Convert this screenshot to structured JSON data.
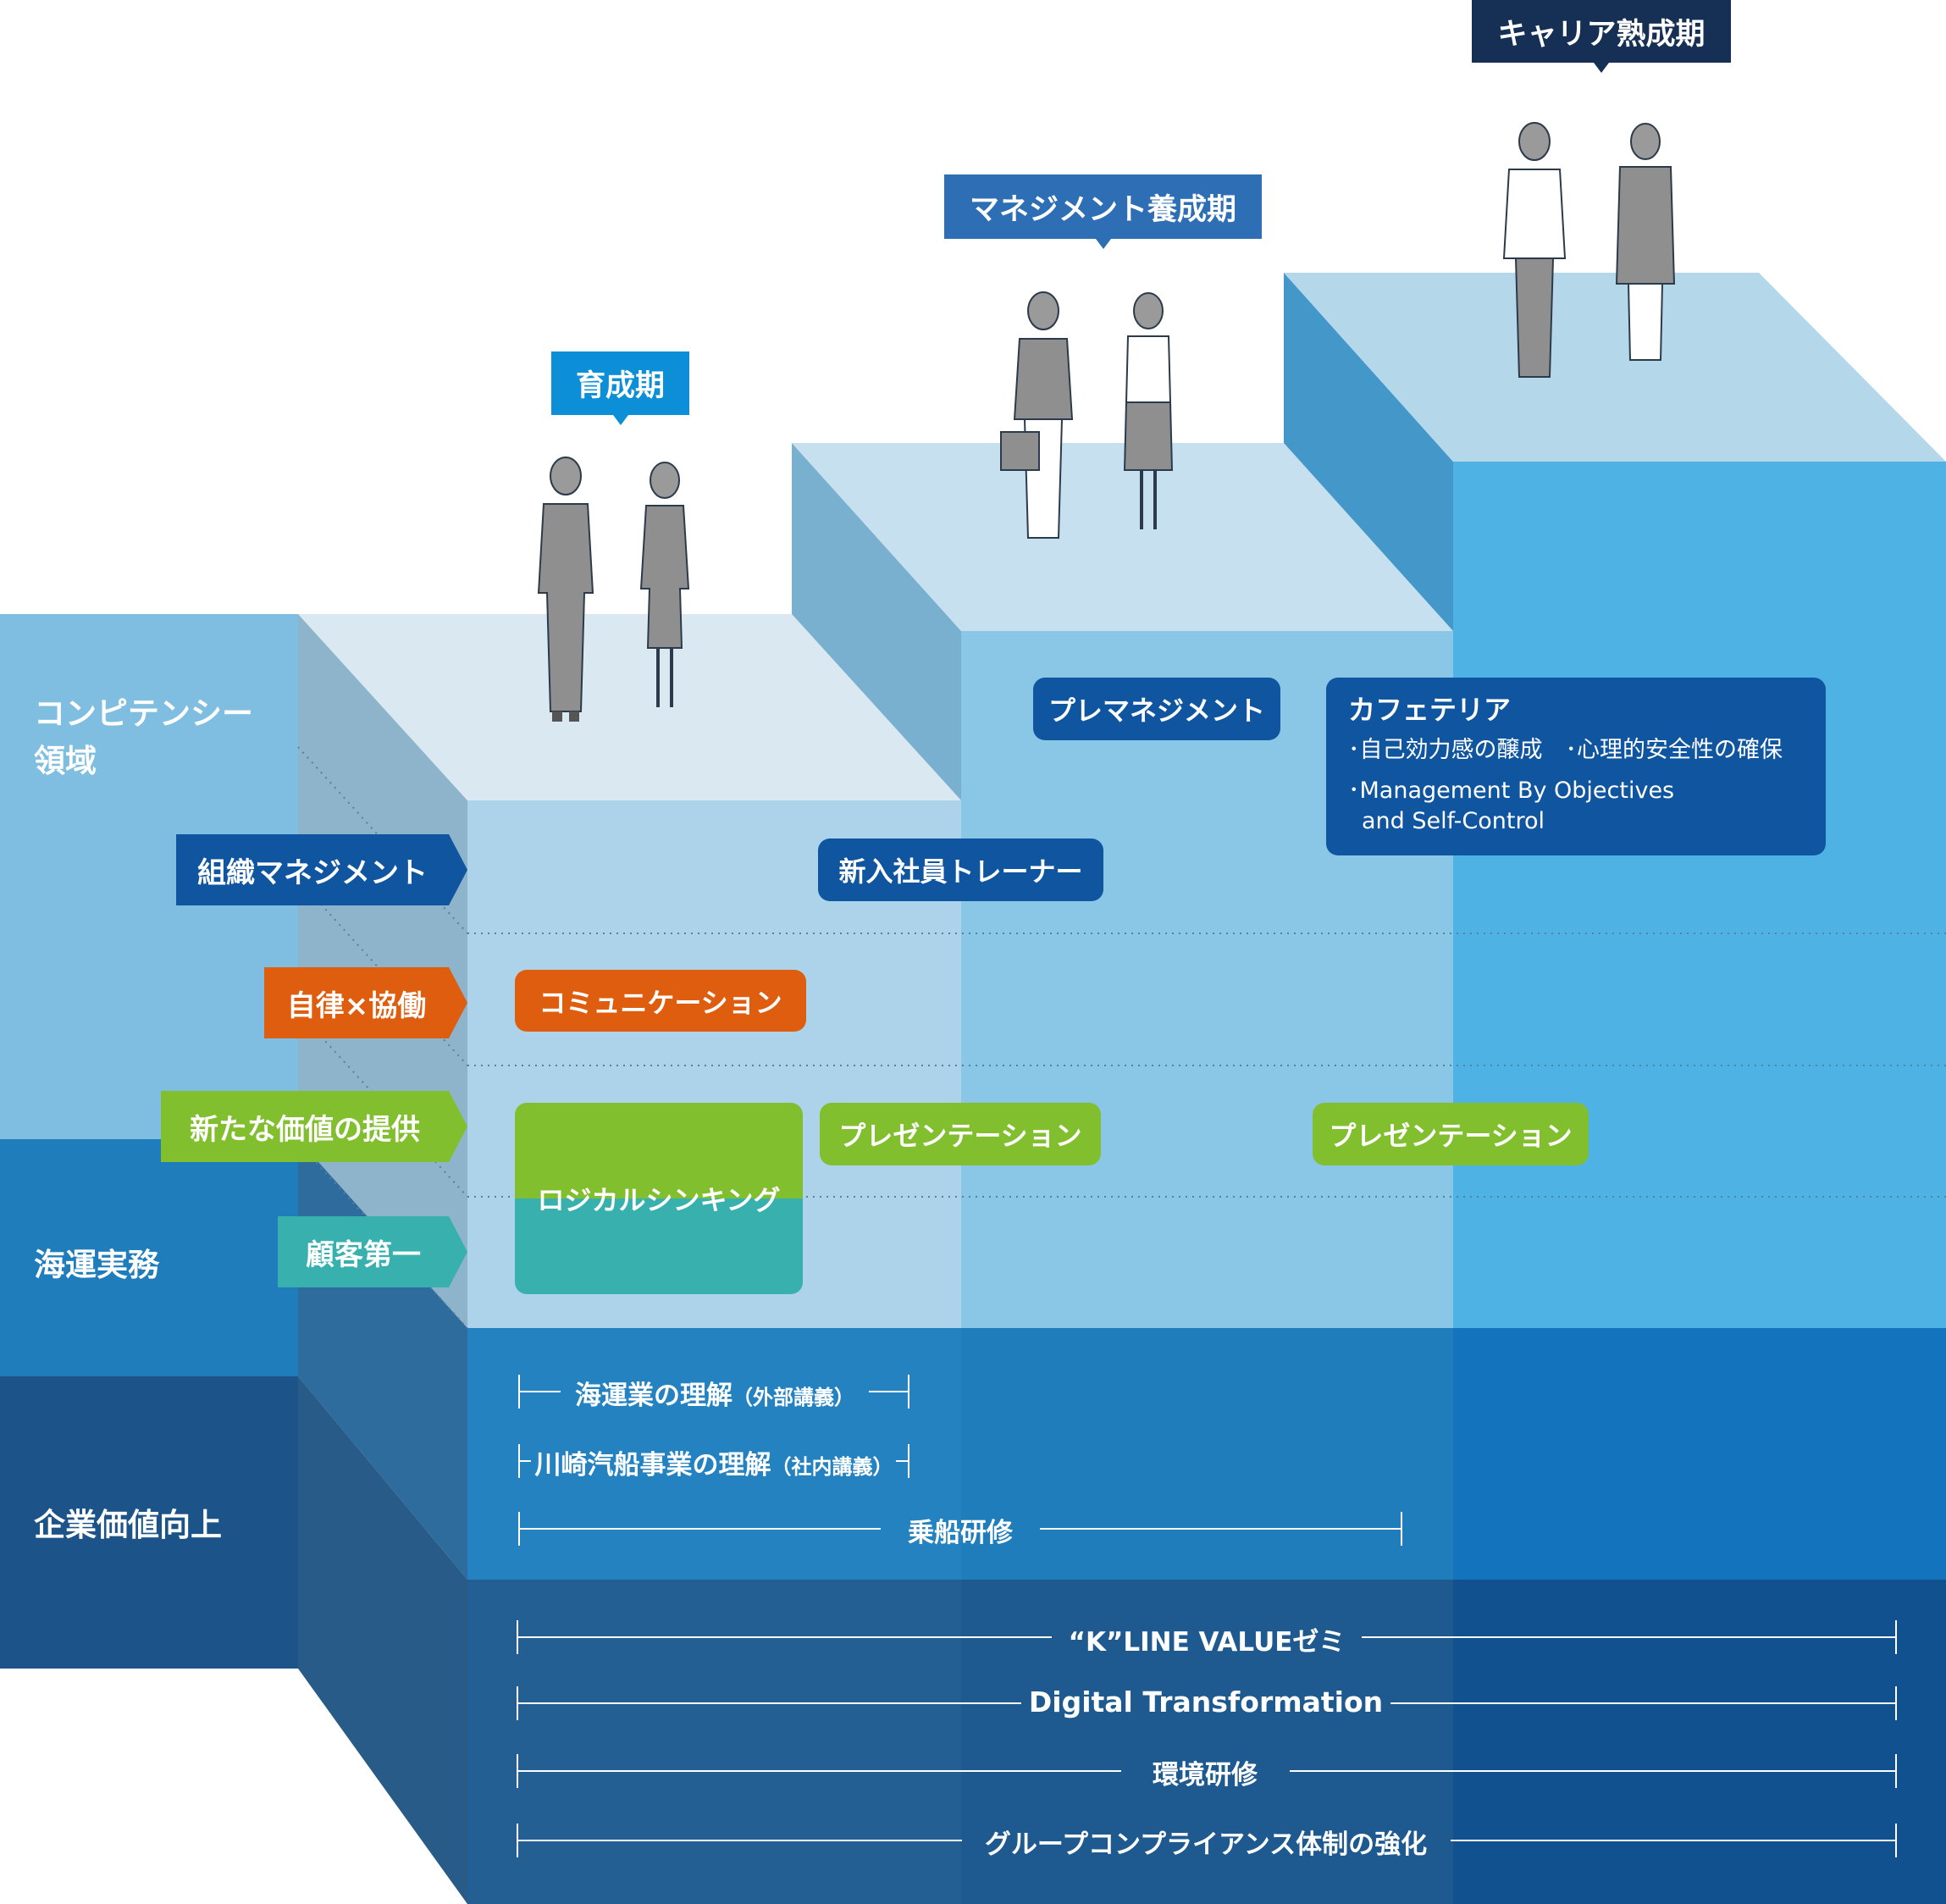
{
  "phases": {
    "growth": "育成期",
    "management": "マネジメント養成期",
    "maturity": "キャリア熟成期"
  },
  "left_sections": {
    "competency": "コンピテンシー\n領域",
    "shipping": "海運実務",
    "corporate": "企業価値向上"
  },
  "categories": {
    "org_management": "組織マネジメント",
    "autonomy": "自律×協働",
    "new_value": "新たな価値の提供",
    "customer": "顧客第一"
  },
  "programs": {
    "communication": "コミュニケーション",
    "logical_thinking": "ロジカルシンキング",
    "presentation_1": "プレゼンテーション",
    "presentation_2": "プレゼンテーション",
    "new_trainer": "新入社員トレーナー",
    "pre_management": "プレマネジメント",
    "cafeteria": {
      "title": "カフェテリア",
      "line1": "･自己効力感の醸成　･心理的安全性の確保",
      "line2": "･Management By Objectives",
      "line3": "and Self-Control"
    }
  },
  "bars": {
    "shipping_industry": "海運業の理解",
    "shipping_industry_note": "（外部講義）",
    "kawasaki_business": "川崎汽船事業の理解",
    "kawasaki_business_note": "（社内講義）",
    "onboard": "乗船研修",
    "kline_value": "“K”LINE VALUEゼミ",
    "dx": "Digital Transformation",
    "environment": "環境研修",
    "compliance": "グループコンプライアンス体制の強化"
  },
  "colors": {
    "phase_growth": "#0c8fd6",
    "phase_management": "#2e6eb5",
    "phase_maturity": "#162f55",
    "org_management": "#0f55a0",
    "autonomy": "#df5d0e",
    "new_value": "#82bf2e",
    "customer": "#38b0ae"
  }
}
